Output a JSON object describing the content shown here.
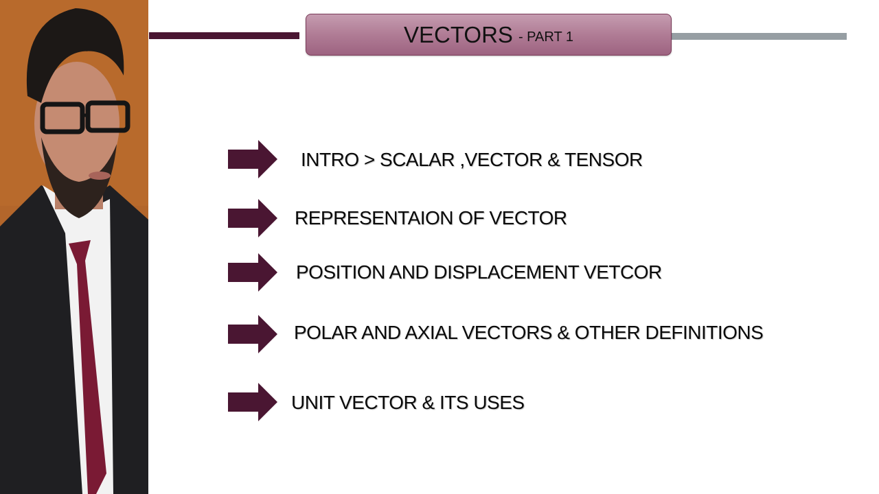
{
  "slide": {
    "title": "VECTORS",
    "subtitle": "- PART 1",
    "colors": {
      "accent_dark": "#4a1632",
      "accent_gray": "#969ea3",
      "title_box": "#b07c95",
      "photo_background": "#b0652a"
    }
  },
  "presenter_photo": {
    "description": "presenter portrait in black suit with maroon tie"
  },
  "topics": [
    {
      "label": "INTRO >  SCALAR ,VECTOR & TENSOR",
      "icon": "arrow-right-icon"
    },
    {
      "label": "REPRESENTAION OF  VECTOR",
      "icon": "arrow-right-icon"
    },
    {
      "label": "POSITION AND DISPLACEMENT VETCOR",
      "icon": "arrow-right-icon"
    },
    {
      "label": "POLAR AND AXIAL VECTORS & OTHER DEFINITIONS",
      "icon": "arrow-right-icon"
    },
    {
      "label": "UNIT VECTOR & ITS USES",
      "icon": "arrow-right-icon"
    }
  ]
}
